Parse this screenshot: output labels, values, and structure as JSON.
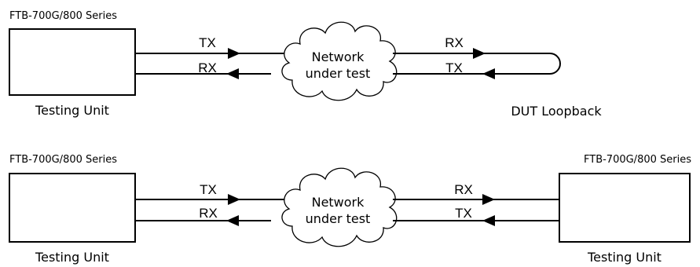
{
  "top": {
    "device_title": "FTB-700G/800 Series",
    "unit_label": "Testing Unit",
    "left_tx": "TX",
    "left_rx": "RX",
    "right_rx": "RX",
    "right_tx": "TX",
    "cloud_line1": "Network",
    "cloud_line2": "under test",
    "loopback_label": "DUT Loopback"
  },
  "bottom": {
    "left_device_title": "FTB-700G/800 Series",
    "right_device_title": "FTB-700G/800 Series",
    "left_unit_label": "Testing Unit",
    "right_unit_label": "Testing Unit",
    "left_tx": "TX",
    "left_rx": "RX",
    "right_rx": "RX",
    "right_tx": "TX",
    "cloud_line1": "Network",
    "cloud_line2": "under test"
  },
  "colors": {
    "stroke": "#000000",
    "background": "#ffffff"
  }
}
